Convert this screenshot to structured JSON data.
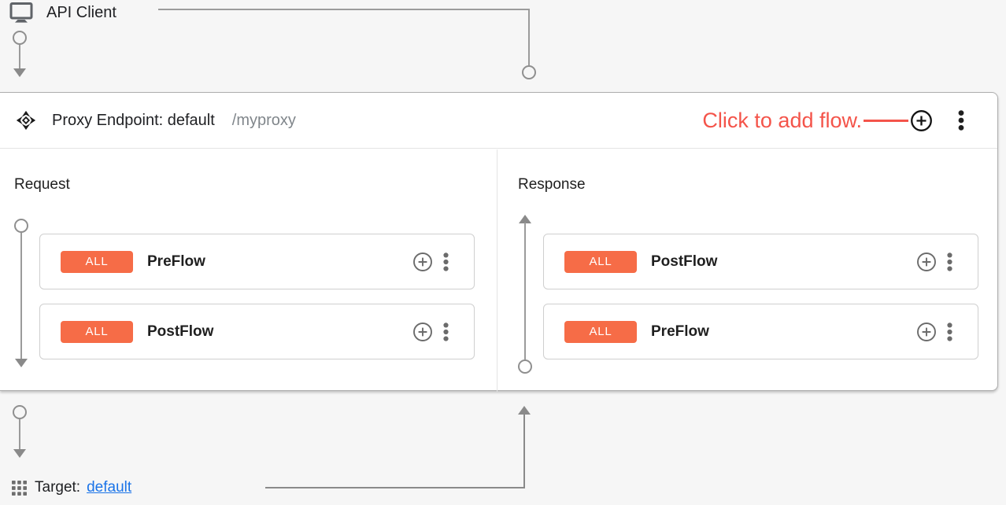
{
  "colors": {
    "background": "#f6f6f6",
    "badge_orange": "#f66c47",
    "annotation_red": "#f4544a",
    "link_blue": "#1a73e8"
  },
  "api_client": {
    "label": "API Client"
  },
  "proxy_endpoint": {
    "header": {
      "title": "Proxy Endpoint: default",
      "base_path": "/myproxy",
      "annotation_text": "Click to add flow."
    },
    "request": {
      "label": "Request",
      "flows": [
        {
          "badge": "ALL",
          "name": "PreFlow"
        },
        {
          "badge": "ALL",
          "name": "PostFlow"
        }
      ]
    },
    "response": {
      "label": "Response",
      "flows": [
        {
          "badge": "ALL",
          "name": "PostFlow"
        },
        {
          "badge": "ALL",
          "name": "PreFlow"
        }
      ]
    }
  },
  "target": {
    "label": "Target:",
    "link_text": "default"
  },
  "icons": {
    "api_client": "monitor-icon",
    "proxy_endpoint": "move-diamond-icon",
    "add_flow": "plus-circle-icon",
    "menu": "kebab-menu-icon",
    "target": "grid-icon",
    "connectors": [
      "circle-node",
      "arrow-down",
      "arrow-up"
    ]
  }
}
